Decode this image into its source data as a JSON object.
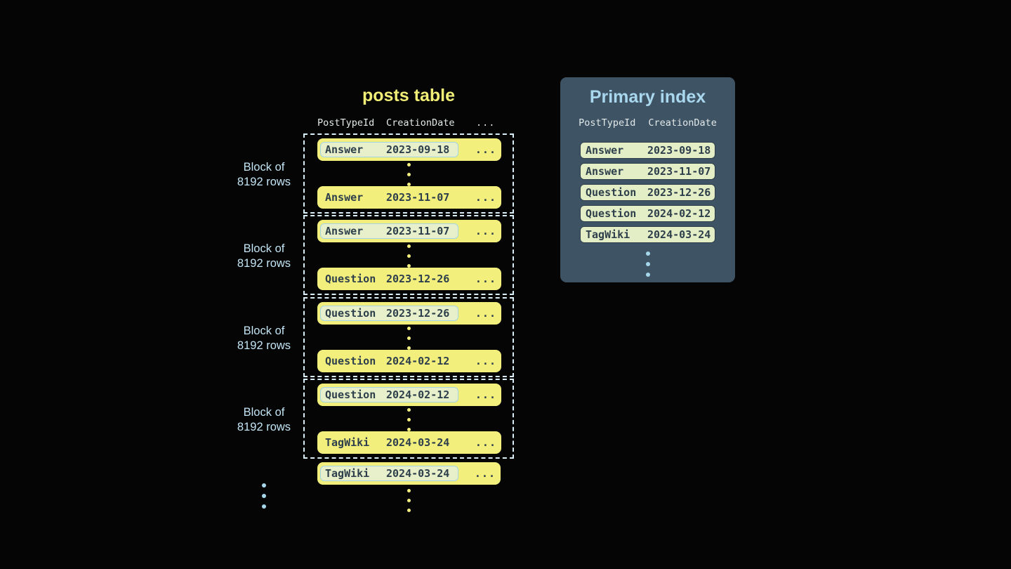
{
  "colors": {
    "background": "#050505",
    "row_fill": "#f3ef7d",
    "row_text": "#2e3f4c",
    "highlight_fill": "#e7f0cb",
    "highlight_border": "#a2d4e5",
    "block_border": "#d9eef6",
    "block_label_text": "#c2e4f4",
    "table_title": "#f0ee76",
    "column_header_text": "#e3e9e9",
    "panel_background": "#3e5465",
    "panel_title": "#a9d7ee",
    "index_row_fill": "#e4eec6",
    "index_row_border": "#2d3f4b",
    "dot_blue": "#a7d7eb",
    "dot_yellow": "#f3ef7d"
  },
  "posts_table": {
    "title": "posts table",
    "columns": [
      "PostTypeId",
      "CreationDate",
      "..."
    ],
    "row_ellipsis": "...",
    "blocks": [
      {
        "label_top": "Block of",
        "label_bottom": "8192 rows",
        "first_row": {
          "post_type": "Answer",
          "creation_date": "2023-09-18",
          "highlighted": true
        },
        "last_row": {
          "post_type": "Answer",
          "creation_date": "2023-11-07",
          "highlighted": false
        }
      },
      {
        "label_top": "Block of",
        "label_bottom": "8192 rows",
        "first_row": {
          "post_type": "Answer",
          "creation_date": "2023-11-07",
          "highlighted": true
        },
        "last_row": {
          "post_type": "Question",
          "creation_date": "2023-12-26",
          "highlighted": false
        }
      },
      {
        "label_top": "Block of",
        "label_bottom": "8192 rows",
        "first_row": {
          "post_type": "Question",
          "creation_date": "2023-12-26",
          "highlighted": true
        },
        "last_row": {
          "post_type": "Question",
          "creation_date": "2024-02-12",
          "highlighted": false
        }
      },
      {
        "label_top": "Block of",
        "label_bottom": "8192 rows",
        "first_row": {
          "post_type": "Question",
          "creation_date": "2024-02-12",
          "highlighted": true
        },
        "last_row": {
          "post_type": "TagWiki",
          "creation_date": "2024-03-24",
          "highlighted": false
        }
      }
    ],
    "overflow_row": {
      "post_type": "TagWiki",
      "creation_date": "2024-03-24",
      "highlighted": true
    }
  },
  "primary_index": {
    "title": "Primary index",
    "columns": [
      "PostTypeId",
      "CreationDate"
    ],
    "entries": [
      {
        "post_type": "Answer",
        "creation_date": "2023-09-18"
      },
      {
        "post_type": "Answer",
        "creation_date": "2023-11-07"
      },
      {
        "post_type": "Question",
        "creation_date": "2023-12-26"
      },
      {
        "post_type": "Question",
        "creation_date": "2024-02-12"
      },
      {
        "post_type": "TagWiki",
        "creation_date": "2024-03-24"
      }
    ]
  }
}
